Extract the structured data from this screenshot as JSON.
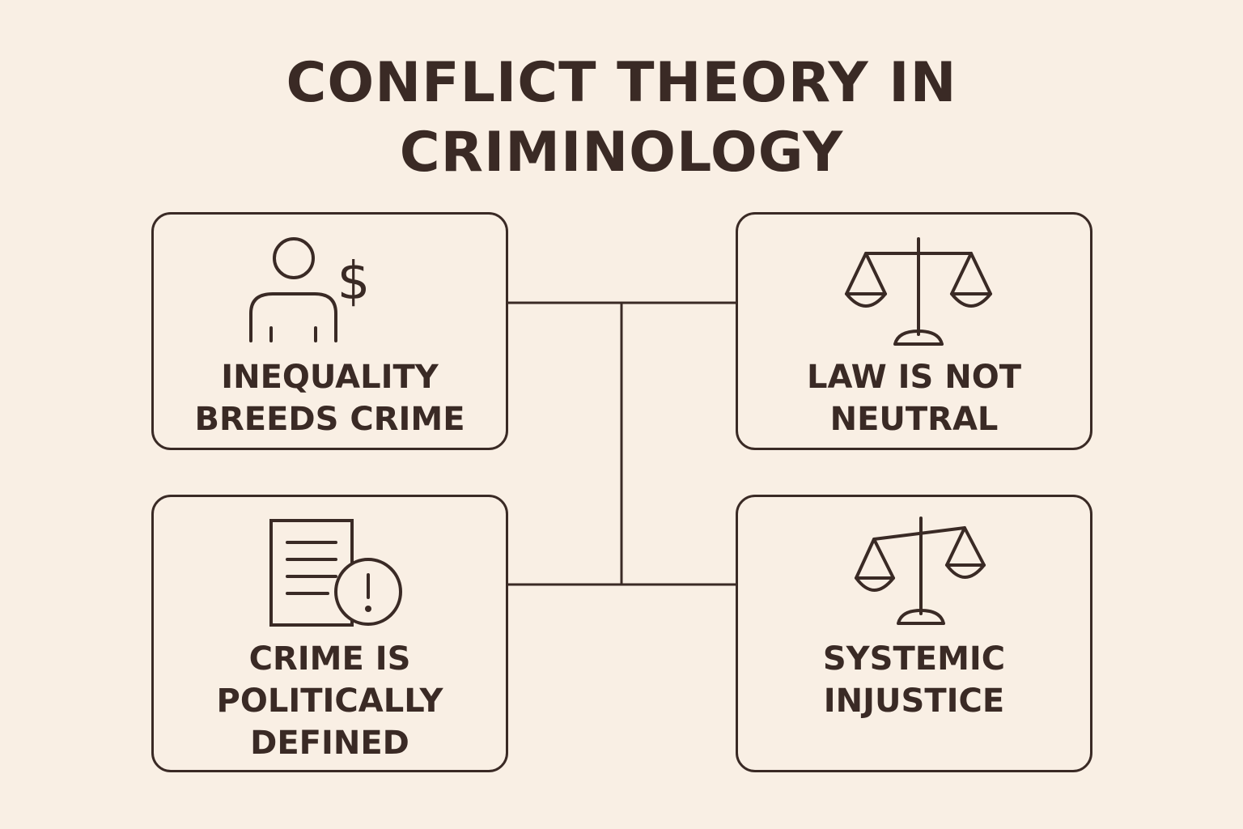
{
  "title": {
    "line1": "CONFLICT THEORY IN",
    "line2": "CRIMINOLOGY"
  },
  "cards": [
    {
      "icon": "person-dollar-icon",
      "lines": [
        "INEQUALITY",
        "BREEDS CRIME"
      ]
    },
    {
      "icon": "balanced-scales-icon",
      "lines": [
        "LAW IS NOT",
        "NEUTRAL"
      ]
    },
    {
      "icon": "document-alert-icon",
      "lines": [
        "CRIME IS",
        "POLITICALLY",
        "DEFINED"
      ]
    },
    {
      "icon": "tilted-scales-icon",
      "lines": [
        "SYSTEMIC",
        "INJUSTICE"
      ]
    }
  ],
  "colors": {
    "background": "#f9efe4",
    "ink": "#3a2a25"
  }
}
